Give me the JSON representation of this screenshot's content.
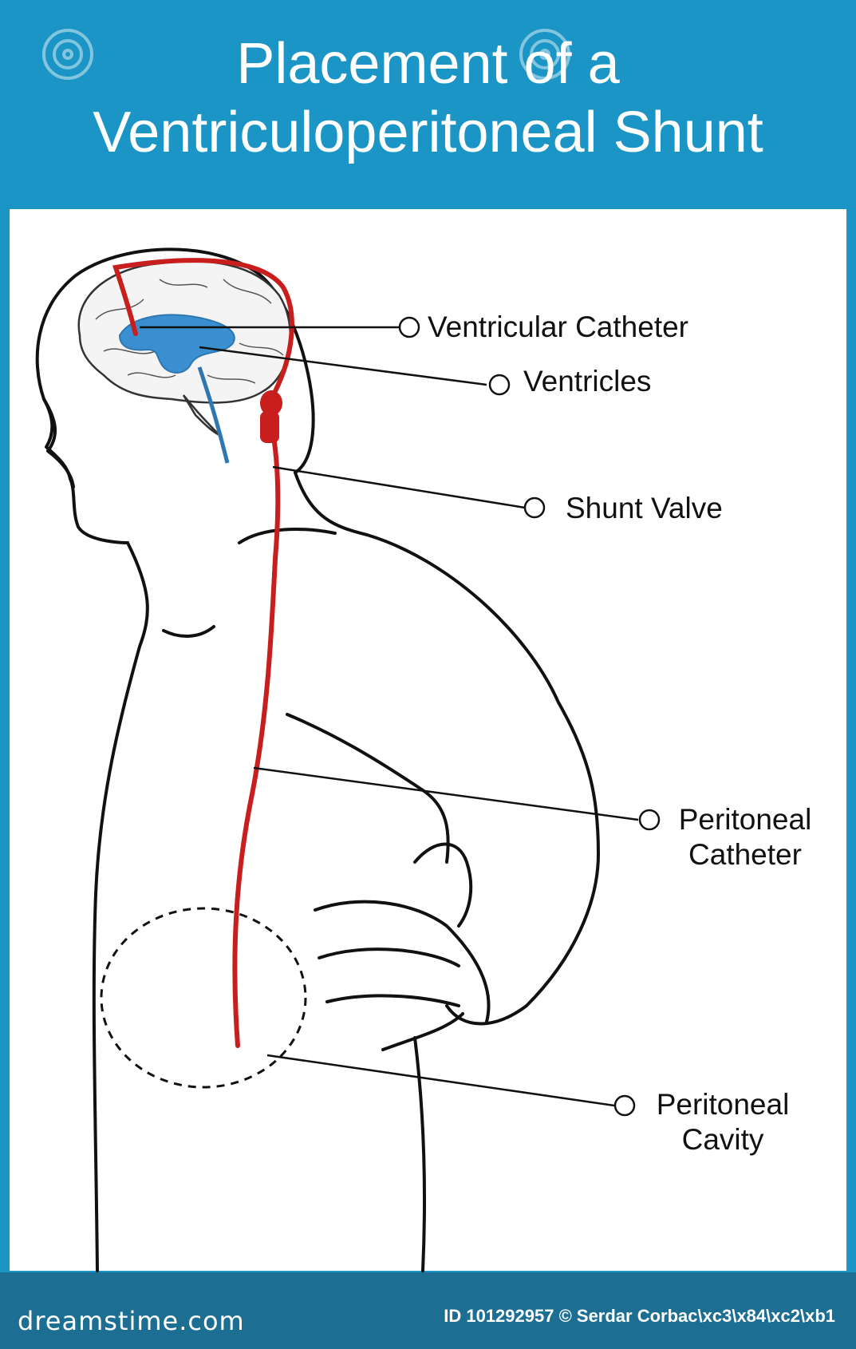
{
  "header": {
    "title_line1": "Placement of a",
    "title_line2": "Ventriculoperitoneal Shunt"
  },
  "labels": {
    "ventricular_catheter": "Ventricular Catheter",
    "ventricles": "Ventricles",
    "shunt_valve": "Shunt Valve",
    "peritoneal_catheter_line1": "Peritoneal",
    "peritoneal_catheter_line2": "Catheter",
    "peritoneal_cavity_line1": "Peritoneal",
    "peritoneal_cavity_line2": "Cavity"
  },
  "footer": {
    "brand": "dreamstime.com",
    "credit": "ID 101292957 © Serdar Corbac\\xc3\\x84\\xc2\\xb1"
  },
  "colors": {
    "header_blue": "#1b95c6",
    "footer_blue": "#1c6f93",
    "shunt_red": "#c81e1e",
    "ventricle_blue": "#3a8fd0"
  }
}
